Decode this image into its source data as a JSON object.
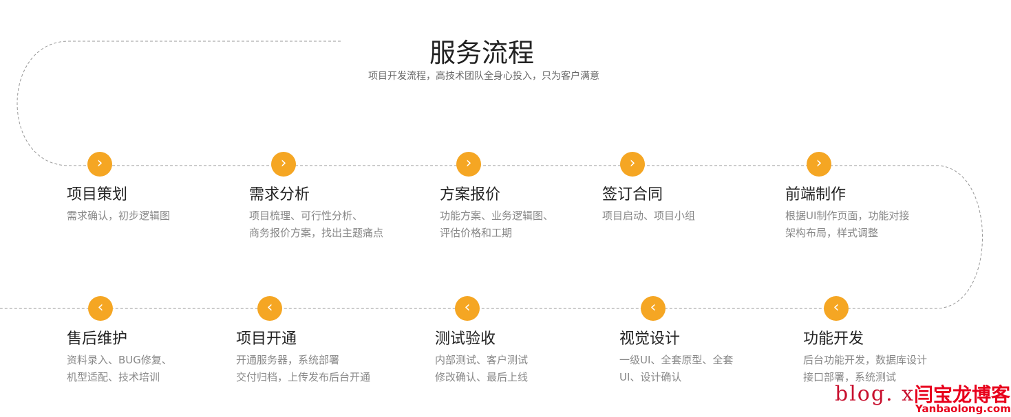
{
  "header": {
    "title": "服务流程",
    "subtitle": "项目开发流程，高技术团队全身心投入，只为客户满意"
  },
  "accent_color": "#f5a623",
  "steps_top": [
    {
      "title": "项目策划",
      "lines": [
        "需求确认，初步逻辑图",
        ""
      ],
      "icon": "chevron-right-icon"
    },
    {
      "title": "需求分析",
      "lines": [
        "项目梳理、可行性分析、",
        "商务报价方案，找出主题痛点"
      ],
      "icon": "chevron-right-icon"
    },
    {
      "title": "方案报价",
      "lines": [
        "功能方案、业务逻辑图、",
        "评估价格和工期"
      ],
      "icon": "chevron-right-icon"
    },
    {
      "title": "签订合同",
      "lines": [
        "项目启动、项目小组",
        ""
      ],
      "icon": "chevron-right-icon"
    },
    {
      "title": "前端制作",
      "lines": [
        "根据UI制作页面，功能对接",
        "架构布局，样式调整"
      ],
      "icon": "chevron-right-icon"
    }
  ],
  "steps_bottom": [
    {
      "title": "售后维护",
      "lines": [
        "资料录入、BUG修复、",
        "机型适配、技术培训"
      ],
      "icon": "chevron-left-icon"
    },
    {
      "title": "项目开通",
      "lines": [
        "开通服务器，系统部署",
        "交付归档，上传发布后台开通"
      ],
      "icon": "chevron-left-icon"
    },
    {
      "title": "测试验收",
      "lines": [
        "内部测试、客户测试",
        "修改确认、最后上线"
      ],
      "icon": "chevron-left-icon"
    },
    {
      "title": "视觉设计",
      "lines": [
        "一级UI、全套原型、全套",
        "UI、设计确认"
      ],
      "icon": "chevron-left-icon"
    },
    {
      "title": "功能开发",
      "lines": [
        "后台功能开发，数据库设计",
        "接口部署，系统测试"
      ],
      "icon": "chevron-left-icon"
    }
  ],
  "watermark": {
    "text1": "blog. x",
    "text2": "闫宝龙博客",
    "text3": "Yanbaolong.com"
  }
}
